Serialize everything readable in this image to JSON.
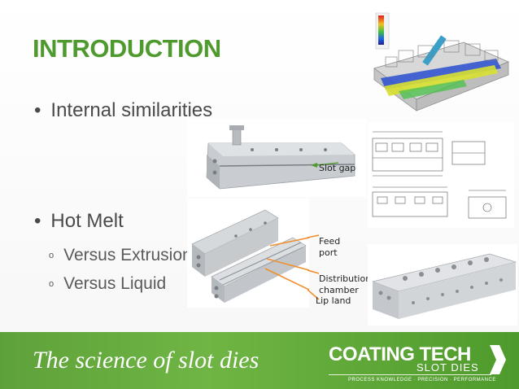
{
  "slide": {
    "title": "INTRODUCTION",
    "bullets": [
      {
        "text": "Internal similarities"
      },
      {
        "text": "Hot Melt",
        "subitems": [
          "Versus Extrusion",
          "Versus Liquid"
        ]
      }
    ],
    "bullet_marker": "•",
    "sub_marker": "o"
  },
  "labels": {
    "slot_gap": "Slot gap",
    "feed_port_1": "Feed",
    "feed_port_2": "port",
    "distribution_1": "Distribution",
    "distribution_2": "chamber",
    "lip_land": "Lip land"
  },
  "footer": {
    "tagline": "The science of slot dies",
    "logo_name": "COATING TECH",
    "logo_sub": "SLOT DIES",
    "logo_motto": "PROCESS KNOWLEDGE · PRECISION · PERFORMANCE"
  },
  "colors": {
    "title": "#4f9a2e",
    "footer": "#5ea13a",
    "text": "#4a4a4a"
  }
}
